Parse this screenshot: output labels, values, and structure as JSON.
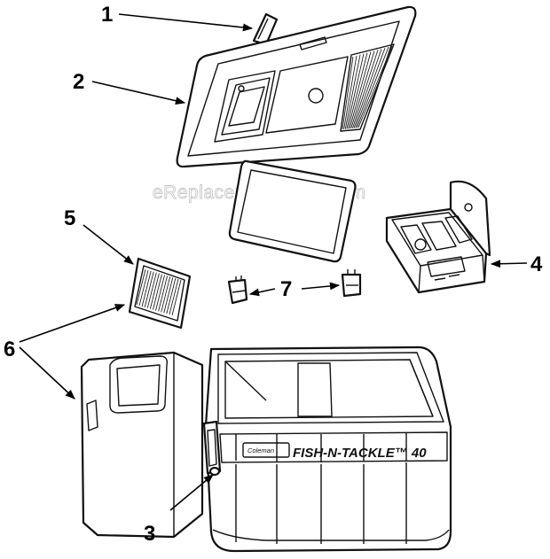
{
  "watermark": "eReplacementParts.com",
  "callouts": [
    "1",
    "2",
    "3",
    "4",
    "5",
    "6",
    "7"
  ],
  "cooler": {
    "brand_logo": "Coleman",
    "model_text": "FISH-N-TACKLE™ 40"
  },
  "colors": {
    "ink": "#111111",
    "paper": "#ffffff",
    "watermark": "#c8c8c8"
  }
}
